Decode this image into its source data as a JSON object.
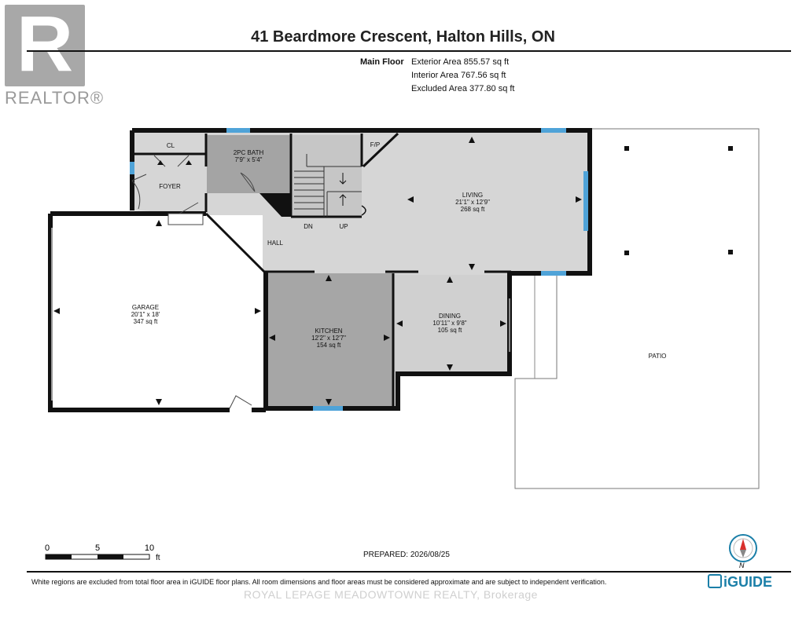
{
  "header": {
    "title": "41 Beardmore Crescent, Halton Hills, ON"
  },
  "floor": {
    "name": "Main Floor",
    "exterior_area": "Exterior Area 855.57 sq ft",
    "interior_area": "Interior Area 767.56 sq ft",
    "excluded_area": "Excluded Area 377.80 sq ft"
  },
  "rooms": {
    "closet": "CL",
    "bath_name": "2PC BATH",
    "bath_dims": "7'9\" x 5'4\"",
    "foyer": "FOYER",
    "fireplace": "F/P",
    "living_name": "LIVING",
    "living_dims": "21'1\" x 12'9\"",
    "living_area": "268 sq ft",
    "hall": "HALL",
    "stairs_down": "DN",
    "stairs_up": "UP",
    "garage_name": "GARAGE",
    "garage_dims": "20'1\" x 18'",
    "garage_area": "347 sq ft",
    "kitchen_name": "KITCHEN",
    "kitchen_dims": "12'2\" x 12'7\"",
    "kitchen_area": "154 sq ft",
    "dining_name": "DINING",
    "dining_dims": "10'11\" x 9'8\"",
    "dining_area": "105 sq ft",
    "patio": "PATIO"
  },
  "scale": {
    "ticks": [
      "0",
      "5",
      "10"
    ],
    "unit": "ft"
  },
  "compass": {
    "label": "N"
  },
  "prepared": "PREPARED: 2026/08/25",
  "disclaimer": "White regions are excluded from total floor area in iGUIDE floor plans. All room dimensions and floor areas must be considered approximate and are subject to independent verification.",
  "brand": {
    "realtor": "REALTOR®",
    "realtor_logo": "R",
    "iguide": "iGUIDE",
    "watermark": "ROYAL LEPAGE MEADOWTOWNE REALTY, Brokerage"
  },
  "colors": {
    "wall": "#111111",
    "room_fill": "#d4d4d4",
    "dark_fill": "#9e9e9e",
    "window": "#4fa3d8",
    "accent": "#1b7fa8"
  }
}
